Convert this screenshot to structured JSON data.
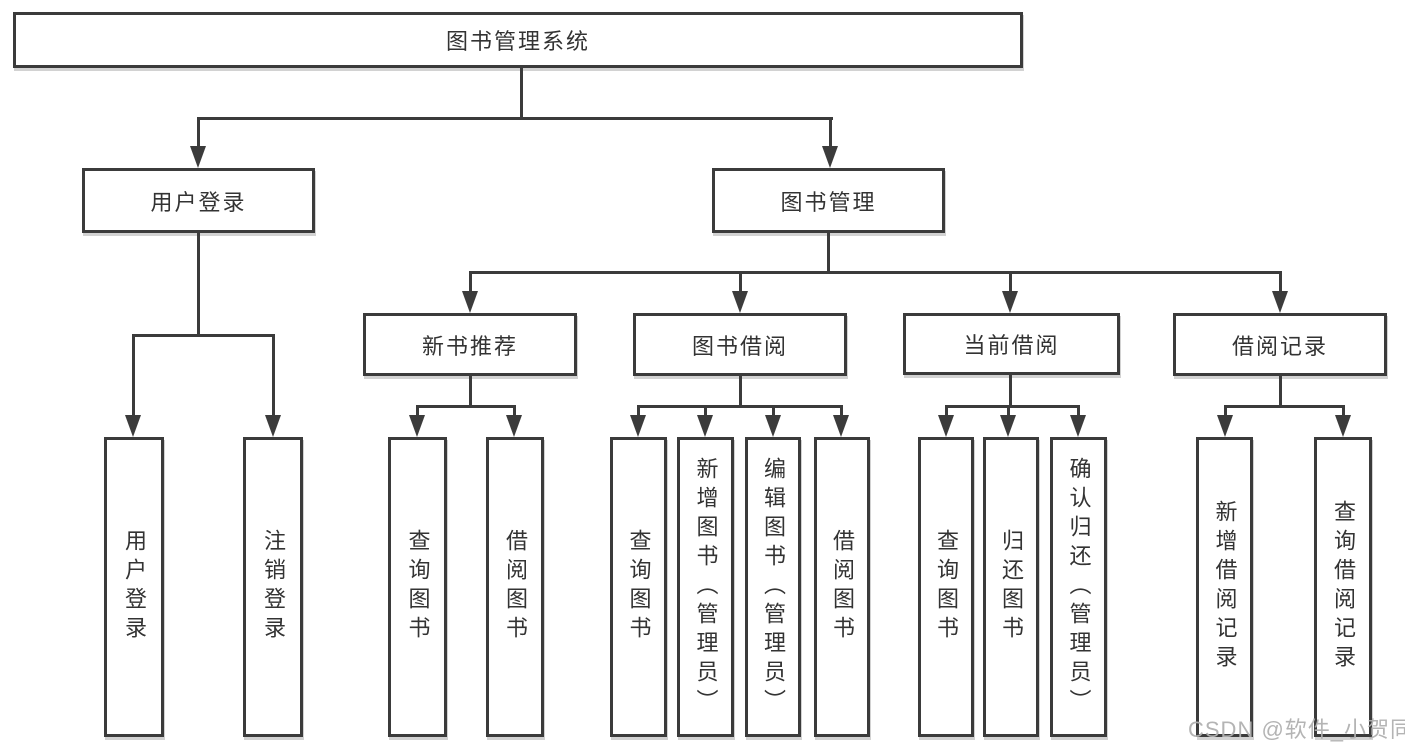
{
  "diagram": {
    "type": "tree",
    "root": {
      "label": "图书管理系统",
      "children": [
        {
          "label": "用户登录",
          "children": [
            {
              "label": "用户登录"
            },
            {
              "label": "注销登录"
            }
          ]
        },
        {
          "label": "图书管理",
          "children": [
            {
              "label": "新书推荐",
              "children": [
                {
                  "label": "查询图书"
                },
                {
                  "label": "借阅图书"
                }
              ]
            },
            {
              "label": "图书借阅",
              "children": [
                {
                  "label": "查询图书"
                },
                {
                  "label": "新增图书（管理员）"
                },
                {
                  "label": "编辑图书（管理员）"
                },
                {
                  "label": "借阅图书"
                }
              ]
            },
            {
              "label": "当前借阅",
              "children": [
                {
                  "label": "查询图书"
                },
                {
                  "label": "归还图书"
                },
                {
                  "label": "确认归还（管理员）"
                }
              ]
            },
            {
              "label": "借阅记录",
              "children": [
                {
                  "label": "新增借阅记录"
                },
                {
                  "label": "查询借阅记录"
                }
              ]
            }
          ]
        }
      ]
    }
  },
  "watermark": "CSDN @软件_小贺同学",
  "colors": {
    "line": "#3b3b3b",
    "text": "#333333",
    "box_fill": "#ffffff",
    "watermark": "#b0b0b0",
    "background": "#ffffff"
  }
}
